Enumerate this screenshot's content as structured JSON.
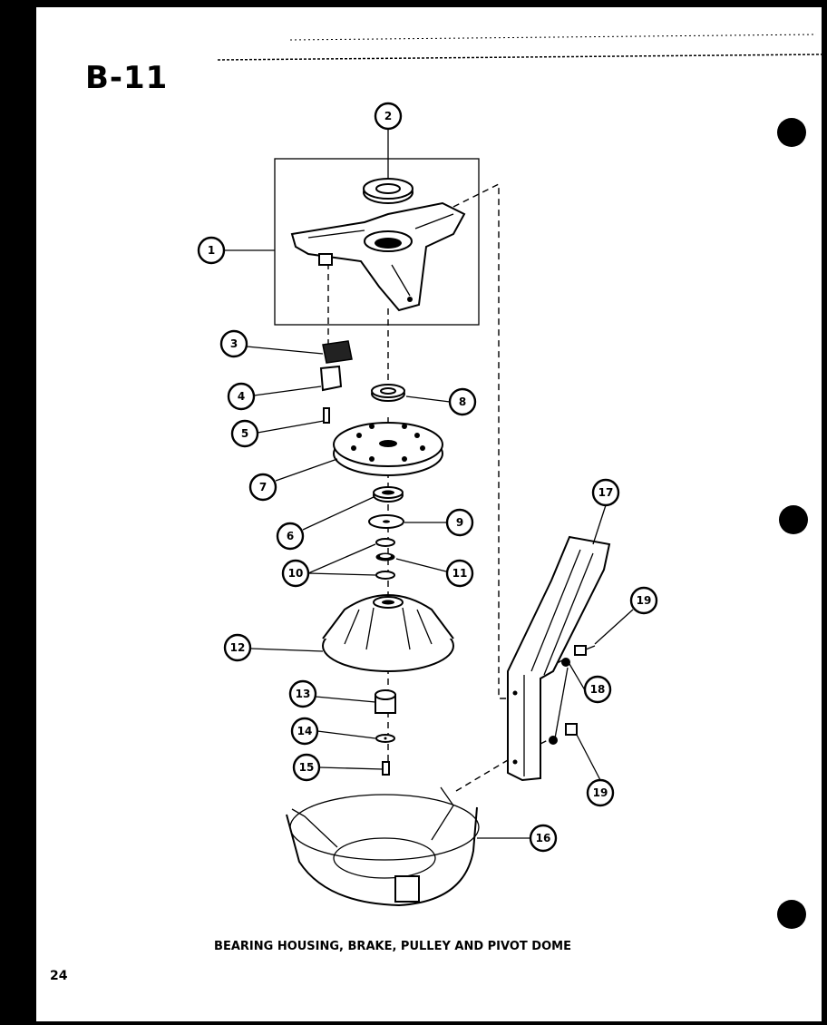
{
  "section_label": "B-11",
  "caption": "BEARING HOUSING, BRAKE, PULLEY AND PIVOT DOME",
  "page_number": "24",
  "callouts": [
    "1",
    "2",
    "3",
    "4",
    "5",
    "6",
    "7",
    "8",
    "9",
    "10",
    "11",
    "12",
    "13",
    "14",
    "15",
    "16",
    "17",
    "18",
    "19"
  ]
}
